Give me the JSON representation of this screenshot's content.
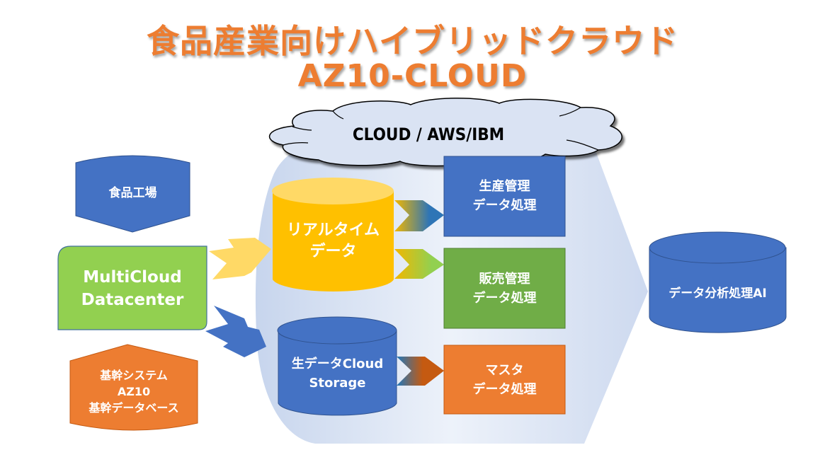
{
  "title": {
    "line1": "食品産業向けハイブリッドクラウド",
    "line2": "AZ10-CLOUD"
  },
  "colors": {
    "title_orange": "#ED7D31",
    "blue": "#4472C4",
    "green_light": "#92D050",
    "green": "#70AD47",
    "orange": "#ED7D31",
    "gold": "#FFC000",
    "gold_light": "#FFD966",
    "cloud_fill": "#DAE3F3",
    "panel_fill": "#DAE3F3"
  },
  "cloud": {
    "label": "CLOUD / AWS/IBM"
  },
  "sources": {
    "factory": {
      "label": "食品工場"
    },
    "datacenter": {
      "label": "MultiCloud\nDatacenter"
    },
    "core_system": {
      "label": "基幹システム\nAZ10\n基幹データベース"
    }
  },
  "stores": {
    "realtime": {
      "label": "リアルタイム\nデータ"
    },
    "raw_storage": {
      "label": "生データCloud\nStorage"
    },
    "analytics_ai": {
      "label": "データ分析処理AI"
    }
  },
  "processes": {
    "production": {
      "label": "生産管理\nデータ処理"
    },
    "sales": {
      "label": "販売管理\nデータ処理"
    },
    "master": {
      "label": "マスタ\nデータ処理"
    }
  }
}
